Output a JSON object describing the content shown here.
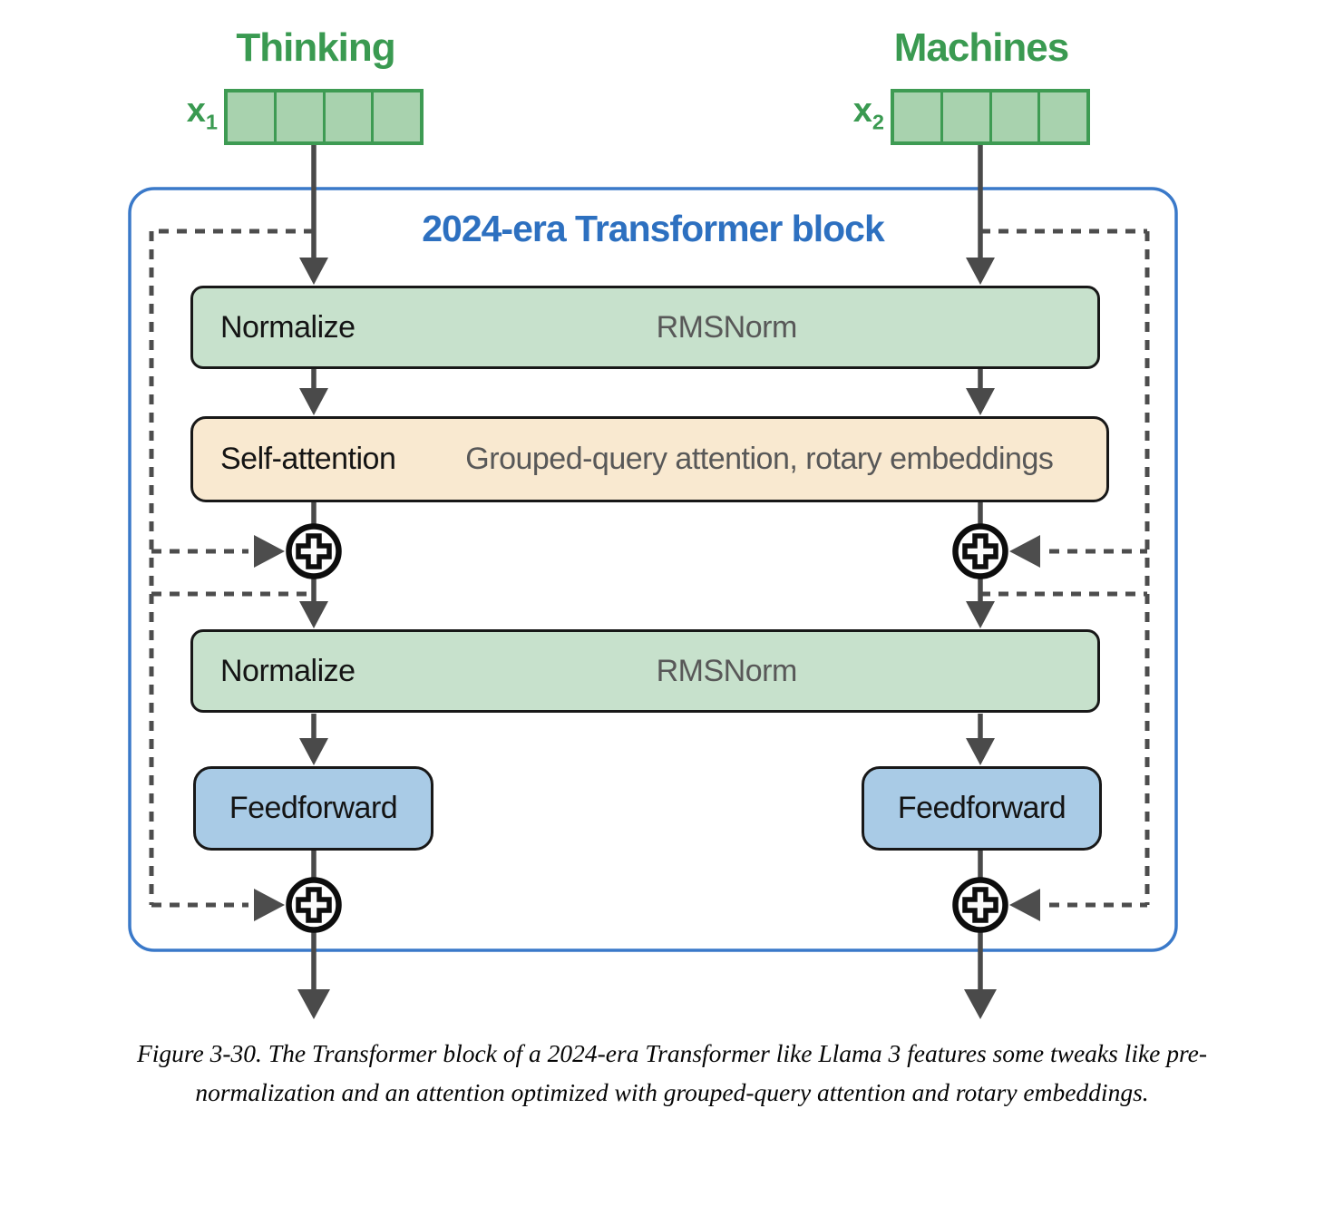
{
  "figure": {
    "inputs": [
      {
        "word": "Thinking",
        "symbol": "x",
        "subscript": "1"
      },
      {
        "word": "Machines",
        "symbol": "x",
        "subscript": "2"
      }
    ],
    "block": {
      "title": "2024-era Transformer block",
      "nodes": {
        "normalize_1": {
          "label": "Normalize",
          "annotation": "RMSNorm"
        },
        "self_attention": {
          "label": "Self-attention",
          "annotation": "Grouped-query attention, rotary embeddings"
        },
        "normalize_2": {
          "label": "Normalize",
          "annotation": "RMSNorm"
        },
        "feedforward_left": {
          "label": "Feedforward"
        },
        "feedforward_right": {
          "label": "Feedforward"
        }
      }
    },
    "caption": "Figure 3-30. The Transformer block of a 2024-era Transformer like Llama 3 features some tweaks like pre-normalization and an attention optimized with grouped-query attention and rotary embeddings.",
    "colors": {
      "token_fill": "#a8d2ae",
      "token_border": "#3e9b53",
      "input_label_green": "#3a9a51",
      "normalize_fill": "#c7e1cc",
      "attention_fill": "#f9e9d0",
      "feedforward_fill": "#a9cbe6",
      "block_border_blue": "#3a79c9",
      "title_blue": "#2d70c0",
      "connector_gray": "#4a4a4a",
      "annotation_gray": "#585858",
      "node_border": "#181818"
    }
  }
}
